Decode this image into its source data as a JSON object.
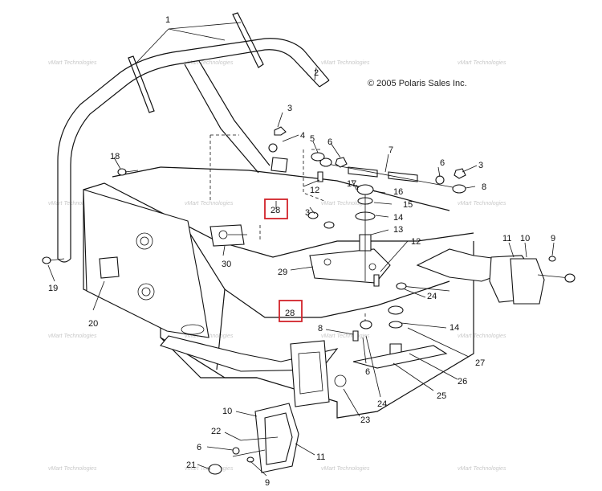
{
  "copyright": "© 2005 Polaris Sales Inc.",
  "watermark": "vMart Technologies",
  "highlight_color": "#d2232a",
  "callouts": [
    {
      "key": "c1",
      "label": "1"
    },
    {
      "key": "c2",
      "label": "2"
    },
    {
      "key": "c3a",
      "label": "3"
    },
    {
      "key": "c3b",
      "label": "3"
    },
    {
      "key": "c3c",
      "label": "3"
    },
    {
      "key": "c4",
      "label": "4"
    },
    {
      "key": "c5",
      "label": "5"
    },
    {
      "key": "c6a",
      "label": "6"
    },
    {
      "key": "c6b",
      "label": "6"
    },
    {
      "key": "c6c",
      "label": "6"
    },
    {
      "key": "c6d",
      "label": "6"
    },
    {
      "key": "c7",
      "label": "7"
    },
    {
      "key": "c8a",
      "label": "8"
    },
    {
      "key": "c8b",
      "label": "8"
    },
    {
      "key": "c9a",
      "label": "9"
    },
    {
      "key": "c9b",
      "label": "9"
    },
    {
      "key": "c10a",
      "label": "10"
    },
    {
      "key": "c10b",
      "label": "10"
    },
    {
      "key": "c11a",
      "label": "11"
    },
    {
      "key": "c11b",
      "label": "11"
    },
    {
      "key": "c12a",
      "label": "12"
    },
    {
      "key": "c12b",
      "label": "12"
    },
    {
      "key": "c13",
      "label": "13"
    },
    {
      "key": "c14a",
      "label": "14"
    },
    {
      "key": "c14b",
      "label": "14"
    },
    {
      "key": "c15",
      "label": "15"
    },
    {
      "key": "c16",
      "label": "16"
    },
    {
      "key": "c17",
      "label": "17"
    },
    {
      "key": "c18",
      "label": "18"
    },
    {
      "key": "c19",
      "label": "19"
    },
    {
      "key": "c20",
      "label": "20"
    },
    {
      "key": "c21",
      "label": "21"
    },
    {
      "key": "c22",
      "label": "22"
    },
    {
      "key": "c23",
      "label": "23"
    },
    {
      "key": "c24a",
      "label": "24"
    },
    {
      "key": "c24b",
      "label": "24"
    },
    {
      "key": "c25",
      "label": "25"
    },
    {
      "key": "c26",
      "label": "26"
    },
    {
      "key": "c27",
      "label": "27"
    },
    {
      "key": "c28a",
      "label": "28"
    },
    {
      "key": "c28b",
      "label": "28"
    },
    {
      "key": "c29",
      "label": "29"
    },
    {
      "key": "c30",
      "label": "30"
    }
  ]
}
